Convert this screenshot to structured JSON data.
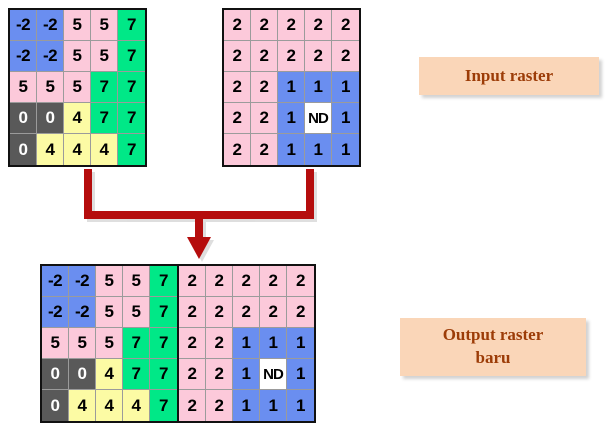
{
  "diagram": {
    "title": "Raster mosaic / merge diagram",
    "colors": {
      "blue": "#6a8ef0",
      "pink": "#fcc9da",
      "green": "#00e887",
      "gray": "#595959",
      "yellow": "#fcfba4",
      "white": "#ffffff",
      "gridline": "#9b9b9b",
      "border": "#111111",
      "arrow": "#b50d0d",
      "label_bg": "#fad6b8",
      "label_text": "#9c3c07"
    }
  },
  "labels": {
    "input": "Input raster",
    "output_line1": "Output raster",
    "output_line2": "baru"
  },
  "rasters": {
    "input_a": {
      "name": "input-raster-a",
      "rows": 5,
      "cols": 5,
      "cells": [
        [
          {
            "v": "-2",
            "c": "blue"
          },
          {
            "v": "-2",
            "c": "blue"
          },
          {
            "v": "5",
            "c": "pink"
          },
          {
            "v": "5",
            "c": "pink"
          },
          {
            "v": "7",
            "c": "green"
          }
        ],
        [
          {
            "v": "-2",
            "c": "blue"
          },
          {
            "v": "-2",
            "c": "blue"
          },
          {
            "v": "5",
            "c": "pink"
          },
          {
            "v": "5",
            "c": "pink"
          },
          {
            "v": "7",
            "c": "green"
          }
        ],
        [
          {
            "v": "5",
            "c": "pink"
          },
          {
            "v": "5",
            "c": "pink"
          },
          {
            "v": "5",
            "c": "pink"
          },
          {
            "v": "7",
            "c": "green"
          },
          {
            "v": "7",
            "c": "green"
          }
        ],
        [
          {
            "v": "0",
            "c": "gray"
          },
          {
            "v": "0",
            "c": "gray"
          },
          {
            "v": "4",
            "c": "yellow"
          },
          {
            "v": "7",
            "c": "green"
          },
          {
            "v": "7",
            "c": "green"
          }
        ],
        [
          {
            "v": "0",
            "c": "gray"
          },
          {
            "v": "4",
            "c": "yellow"
          },
          {
            "v": "4",
            "c": "yellow"
          },
          {
            "v": "4",
            "c": "yellow"
          },
          {
            "v": "7",
            "c": "green"
          }
        ]
      ]
    },
    "input_b": {
      "name": "input-raster-b",
      "rows": 5,
      "cols": 5,
      "cells": [
        [
          {
            "v": "2",
            "c": "pink"
          },
          {
            "v": "2",
            "c": "pink"
          },
          {
            "v": "2",
            "c": "pink"
          },
          {
            "v": "2",
            "c": "pink"
          },
          {
            "v": "2",
            "c": "pink"
          }
        ],
        [
          {
            "v": "2",
            "c": "pink"
          },
          {
            "v": "2",
            "c": "pink"
          },
          {
            "v": "2",
            "c": "pink"
          },
          {
            "v": "2",
            "c": "pink"
          },
          {
            "v": "2",
            "c": "pink"
          }
        ],
        [
          {
            "v": "2",
            "c": "pink"
          },
          {
            "v": "2",
            "c": "pink"
          },
          {
            "v": "1",
            "c": "blue"
          },
          {
            "v": "1",
            "c": "blue"
          },
          {
            "v": "1",
            "c": "blue"
          }
        ],
        [
          {
            "v": "2",
            "c": "pink"
          },
          {
            "v": "2",
            "c": "pink"
          },
          {
            "v": "1",
            "c": "blue"
          },
          {
            "v": "ND",
            "c": "white"
          },
          {
            "v": "1",
            "c": "blue"
          }
        ],
        [
          {
            "v": "2",
            "c": "pink"
          },
          {
            "v": "2",
            "c": "pink"
          },
          {
            "v": "1",
            "c": "blue"
          },
          {
            "v": "1",
            "c": "blue"
          },
          {
            "v": "1",
            "c": "blue"
          }
        ]
      ]
    },
    "output_left": {
      "name": "output-raster-left-half",
      "rows": 5,
      "cols": 5,
      "cells": [
        [
          {
            "v": "-2",
            "c": "blue"
          },
          {
            "v": "-2",
            "c": "blue"
          },
          {
            "v": "5",
            "c": "pink"
          },
          {
            "v": "5",
            "c": "pink"
          },
          {
            "v": "7",
            "c": "green"
          }
        ],
        [
          {
            "v": "-2",
            "c": "blue"
          },
          {
            "v": "-2",
            "c": "blue"
          },
          {
            "v": "5",
            "c": "pink"
          },
          {
            "v": "5",
            "c": "pink"
          },
          {
            "v": "7",
            "c": "green"
          }
        ],
        [
          {
            "v": "5",
            "c": "pink"
          },
          {
            "v": "5",
            "c": "pink"
          },
          {
            "v": "5",
            "c": "pink"
          },
          {
            "v": "7",
            "c": "green"
          },
          {
            "v": "7",
            "c": "green"
          }
        ],
        [
          {
            "v": "0",
            "c": "gray"
          },
          {
            "v": "0",
            "c": "gray"
          },
          {
            "v": "4",
            "c": "yellow"
          },
          {
            "v": "7",
            "c": "green"
          },
          {
            "v": "7",
            "c": "green"
          }
        ],
        [
          {
            "v": "0",
            "c": "gray"
          },
          {
            "v": "4",
            "c": "yellow"
          },
          {
            "v": "4",
            "c": "yellow"
          },
          {
            "v": "4",
            "c": "yellow"
          },
          {
            "v": "7",
            "c": "green"
          }
        ]
      ]
    },
    "output_right": {
      "name": "output-raster-right-half",
      "rows": 5,
      "cols": 5,
      "cells": [
        [
          {
            "v": "2",
            "c": "pink"
          },
          {
            "v": "2",
            "c": "pink"
          },
          {
            "v": "2",
            "c": "pink"
          },
          {
            "v": "2",
            "c": "pink"
          },
          {
            "v": "2",
            "c": "pink"
          }
        ],
        [
          {
            "v": "2",
            "c": "pink"
          },
          {
            "v": "2",
            "c": "pink"
          },
          {
            "v": "2",
            "c": "pink"
          },
          {
            "v": "2",
            "c": "pink"
          },
          {
            "v": "2",
            "c": "pink"
          }
        ],
        [
          {
            "v": "2",
            "c": "pink"
          },
          {
            "v": "2",
            "c": "pink"
          },
          {
            "v": "1",
            "c": "blue"
          },
          {
            "v": "1",
            "c": "blue"
          },
          {
            "v": "1",
            "c": "blue"
          }
        ],
        [
          {
            "v": "2",
            "c": "pink"
          },
          {
            "v": "2",
            "c": "pink"
          },
          {
            "v": "1",
            "c": "blue"
          },
          {
            "v": "ND",
            "c": "white"
          },
          {
            "v": "1",
            "c": "blue"
          }
        ],
        [
          {
            "v": "2",
            "c": "pink"
          },
          {
            "v": "2",
            "c": "pink"
          },
          {
            "v": "1",
            "c": "blue"
          },
          {
            "v": "1",
            "c": "blue"
          },
          {
            "v": "1",
            "c": "blue"
          }
        ]
      ]
    }
  },
  "connector": {
    "name": "merge-arrow",
    "shape": "bracket-down-arrow",
    "color": "#b50d0d"
  }
}
